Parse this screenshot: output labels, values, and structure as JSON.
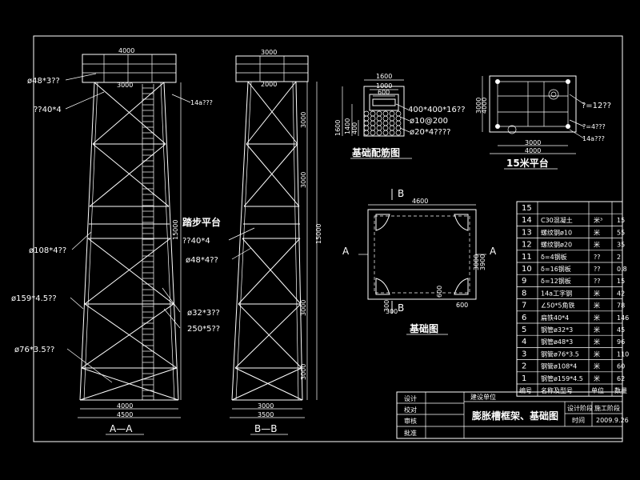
{
  "colors": {
    "background": "#000000",
    "lines": "#ffffff"
  },
  "elevation_aa": {
    "title": "A—A",
    "top_width": "4000",
    "inner_top_width": "3000",
    "bottom_width_inner": "4000",
    "bottom_width_outer": "4500",
    "callouts": [
      "ø48*3??",
      "??40*4",
      "ø108*4??",
      "ø159*4.5??",
      "ø76*3.5??"
    ],
    "right_callout": "14a???",
    "platform_label": "踏步平台",
    "height_dim": "15000"
  },
  "elevation_bb": {
    "title": "B—B",
    "top_width": "3000",
    "inner_top_width": "2000",
    "bottom_width_inner": "3000",
    "bottom_width_outer": "3500",
    "callouts": [
      "??40*4",
      "ø48*4??",
      "ø32*3??",
      "250*5??"
    ],
    "segment_dims": [
      "3000",
      "3000",
      "3000",
      "3000"
    ],
    "height_dim": "15000"
  },
  "foundation_rebar": {
    "title": "基础配筋图",
    "top_dims": [
      "1600",
      "1000",
      "600"
    ],
    "side_dims": [
      "1600",
      "1400",
      "400"
    ],
    "callouts": [
      "400*400*16??",
      "ø10@200",
      "ø20*4????"
    ]
  },
  "platform_15m": {
    "title": "15米平台",
    "dims": [
      "3000",
      "4000",
      "3000",
      "4000"
    ],
    "callouts": [
      "?=12??",
      "?=4???",
      "14a???"
    ]
  },
  "foundation_plan": {
    "title": "基础图",
    "section_marks": [
      "B",
      "B",
      "A",
      "A"
    ],
    "dims": [
      "4600",
      "300",
      "600",
      "3000",
      "3900",
      "300",
      "600"
    ]
  },
  "parts_table": {
    "header": [
      "编号",
      "名称及型号",
      "单位",
      "数量"
    ],
    "rows": [
      {
        "no": "15",
        "name": "",
        "unit": "",
        "qty": ""
      },
      {
        "no": "14",
        "name": "C30混凝土",
        "unit": "米³",
        "qty": "15"
      },
      {
        "no": "13",
        "name": "螺纹钢ø10",
        "unit": "米",
        "qty": "55"
      },
      {
        "no": "12",
        "name": "螺纹钢ø20",
        "unit": "米",
        "qty": "35"
      },
      {
        "no": "11",
        "name": "δ=4钢板",
        "unit": "??",
        "qty": "2"
      },
      {
        "no": "10",
        "name": "δ=16钢板",
        "unit": "??",
        "qty": "0.8"
      },
      {
        "no": "9",
        "name": "δ=12钢板",
        "unit": "??",
        "qty": "15"
      },
      {
        "no": "8",
        "name": "14a工字钢",
        "unit": "米",
        "qty": "42"
      },
      {
        "no": "7",
        "name": "∠50*5角铁",
        "unit": "米",
        "qty": "78"
      },
      {
        "no": "6",
        "name": "扁铁40*4",
        "unit": "米",
        "qty": "146"
      },
      {
        "no": "5",
        "name": "钢管ø32*3",
        "unit": "米",
        "qty": "45"
      },
      {
        "no": "4",
        "name": "钢管ø48*3",
        "unit": "米",
        "qty": "96"
      },
      {
        "no": "3",
        "name": "钢管ø76*3.5",
        "unit": "米",
        "qty": "110"
      },
      {
        "no": "2",
        "name": "钢管ø108*4",
        "unit": "米",
        "qty": "60"
      },
      {
        "no": "1",
        "name": "钢管ø159*4.5",
        "unit": "米",
        "qty": "62"
      }
    ]
  },
  "title_block": {
    "design": "设计",
    "check": "校对",
    "review": "审核",
    "approve": "批准",
    "unit_label": "建设单位",
    "drawing_name": "膨胀槽框架、基础图",
    "stage_label": "设计阶段",
    "stage_value": "施工阶段",
    "time_label": "时间",
    "date": "2009.9.26"
  }
}
